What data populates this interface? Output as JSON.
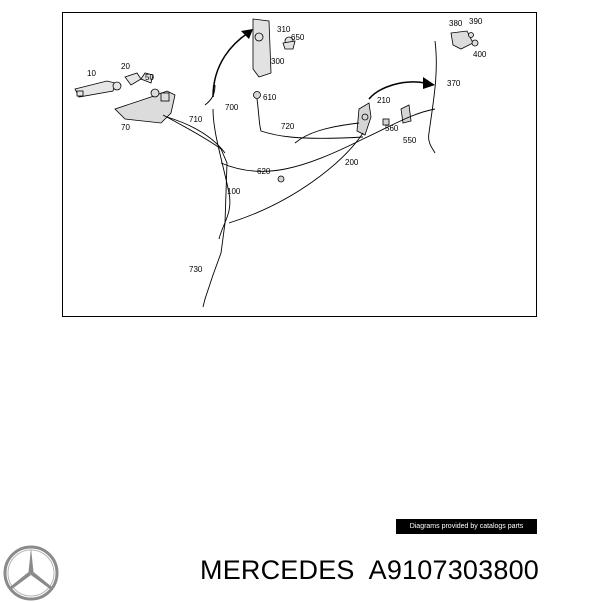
{
  "diagram": {
    "callouts": [
      "10",
      "20",
      "50",
      "70",
      "310",
      "650",
      "300",
      "380",
      "390",
      "400",
      "370",
      "700",
      "610",
      "710",
      "720",
      "210",
      "560",
      "550",
      "620",
      "200",
      "100",
      "730"
    ]
  },
  "credit": "Diagrams provided by catalogs parts",
  "caption": {
    "brand": "MERCEDES",
    "part_number": "A9107303800"
  },
  "colors": {
    "ink": "#000000",
    "part_fill": "#d9d9d9",
    "logo_gray": "#8a8a8a"
  },
  "icons": {
    "brand_logo": "three-pointed-star-logo"
  }
}
